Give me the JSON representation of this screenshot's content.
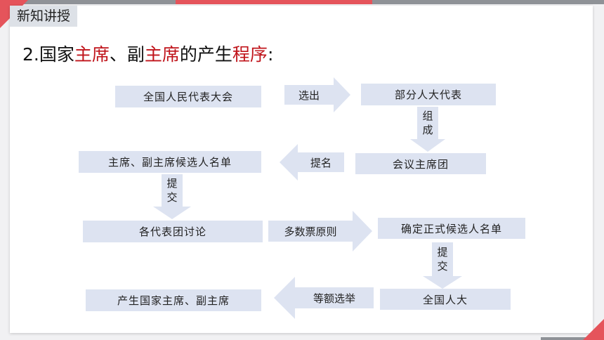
{
  "badge": "新知讲授",
  "title": {
    "part1": "2.国家",
    "part2": "主席",
    "part3": "、副",
    "part4": "主席",
    "part5": "的产生",
    "part6": "程序",
    "part7": ":"
  },
  "colors": {
    "accent_red": "#c0141b",
    "box_fill": "#dde3f1"
  },
  "flow": {
    "box_npc_full": "全国人民代表大会",
    "arrow_elect": "选出",
    "box_some_deputies": "部分人大代表",
    "arrow_form_1": "组",
    "arrow_form_2": "成",
    "box_presidium": "会议主席团",
    "arrow_nominate": "提名",
    "box_candidates": "主席、副主席候选人名单",
    "arrow_submit1_1": "提",
    "arrow_submit1_2": "交",
    "box_discuss": "各代表团讨论",
    "arrow_majority": "多数票原则",
    "box_confirm": "确定正式候选人名单",
    "arrow_submit2_1": "提",
    "arrow_submit2_2": "交",
    "box_npc": "全国人大",
    "arrow_equal": "等额选举",
    "box_result": "产生国家主席、副主席"
  }
}
